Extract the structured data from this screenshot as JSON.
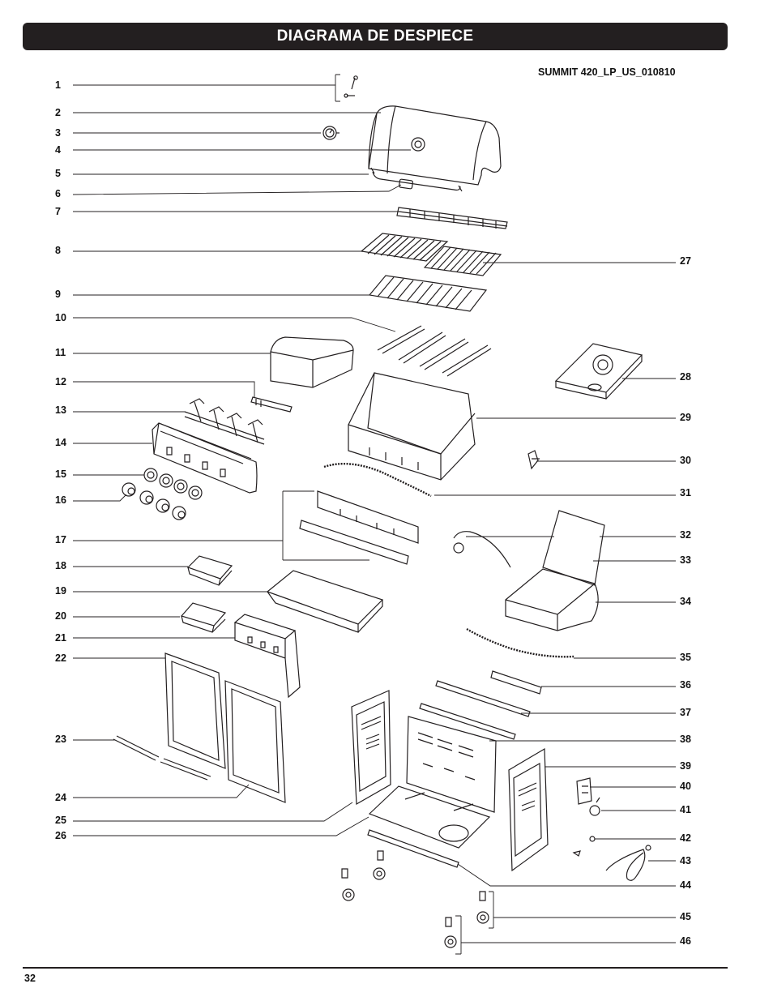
{
  "header": {
    "title": "DIAGRAMA DE DESPIECE"
  },
  "model_code": "SUMMIT 420_LP_US_010810",
  "page_number": "32",
  "callouts_left": [
    "1",
    "2",
    "3",
    "4",
    "5",
    "6",
    "7",
    "8",
    "9",
    "10",
    "11",
    "12",
    "13",
    "14",
    "15",
    "16",
    "17",
    "18",
    "19",
    "20",
    "21",
    "22",
    "23",
    "24",
    "25",
    "26"
  ],
  "callouts_right": [
    "27",
    "28",
    "29",
    "30",
    "31",
    "32",
    "33",
    "34",
    "35",
    "36",
    "37",
    "38",
    "39",
    "40",
    "41",
    "42",
    "43",
    "44",
    "45",
    "46"
  ]
}
